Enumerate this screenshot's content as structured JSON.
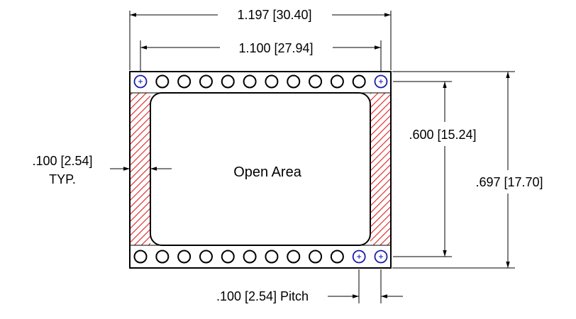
{
  "drawing": {
    "dimensions": {
      "overall_width": "1.197 [30.40]",
      "pad_span": "1.100 [27.94]",
      "row_spacing": ".600 [15.24]",
      "overall_height": ".697 [17.70]",
      "wall_line1": ".100 [2.54]",
      "wall_line2": "TYP.",
      "pitch": ".100 [2.54] Pitch"
    },
    "open_area_label": "Open Area",
    "pads_per_row": 12,
    "colors": {
      "hatch": "#e02020",
      "highlight_pad": "#1a1ab0",
      "line": "#000000"
    }
  }
}
